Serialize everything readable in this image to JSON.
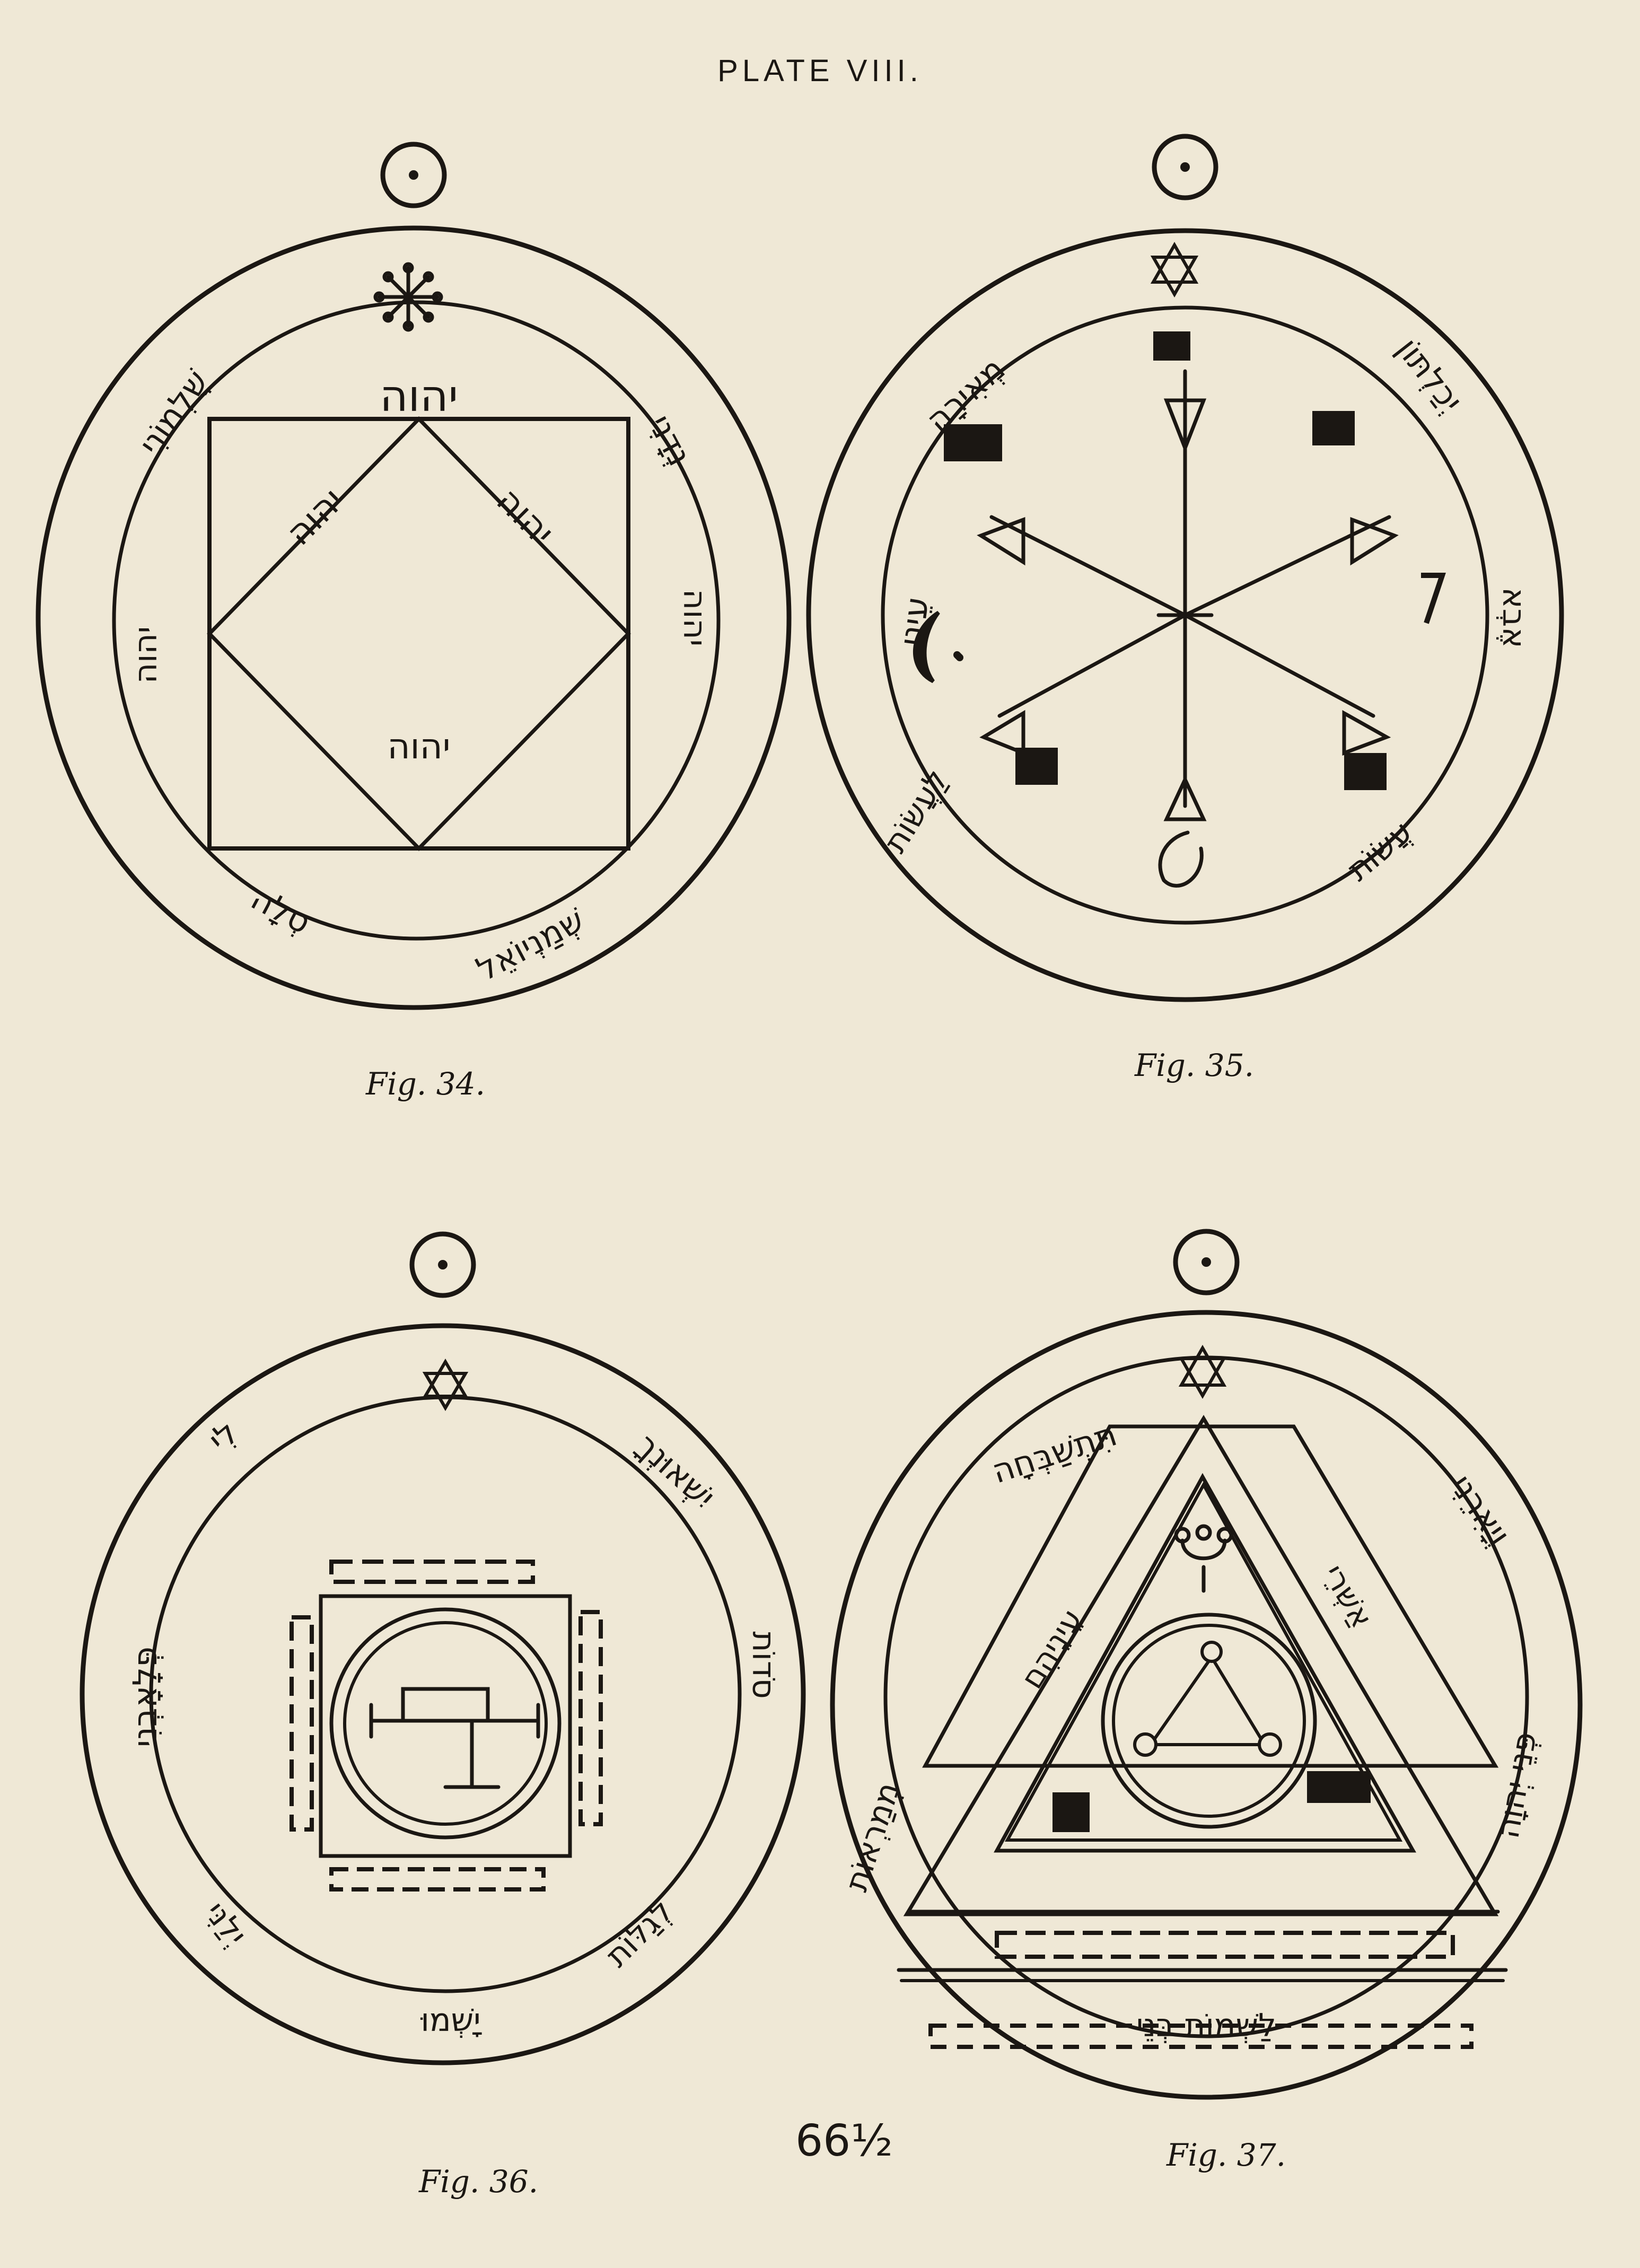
{
  "page": {
    "plate_title": "PLATE VIII.",
    "page_number": "66½",
    "colors": {
      "paper": "#efe8d6",
      "ink": "#1b1713"
    }
  },
  "figures": [
    {
      "caption": "Fig. 34.",
      "sun_symbol": "sun-circle-dot-icon",
      "top_symbol": "eight-pointed-star-icon",
      "center_name": "יהוה",
      "ring_text": {
        "top_left": "שֻׁלְמוֹנִי",
        "top_right": "נְדָנִי",
        "left": "יהוה",
        "bottom_left": "סְלָה",
        "bottom": "שְׁמַנְיוֹאֵל",
        "right": "יהוה"
      },
      "inner_text": {
        "top": "יהוה",
        "right": "יהוה",
        "bottom": "יהוה"
      }
    },
    {
      "caption": "Fig. 35.",
      "sun_symbol": "sun-circle-dot-icon",
      "top_symbol": "hexagram-icon",
      "ring_text": {
        "top_left": "מְאִירָה",
        "top_right": "יְכַלְתּוֹן",
        "left": "עֵינִי",
        "right": "אֶבְא",
        "bottom_left": "לַעֲשׂוֹת",
        "bottom_right": "עֲשׂוֹת"
      }
    },
    {
      "caption": "Fig. 36.",
      "sun_symbol": "sun-circle-dot-icon",
      "top_symbol": "hexagram-icon",
      "ring_text": {
        "top_left": "לִי",
        "top_right": "יִשְׁאוּנְךָ",
        "left": "פְּלָאָבְנִי",
        "right": "סֹדוֹת",
        "bottom_left": "יְלַנִּי",
        "bottom_right": "לְגַלּוֹת",
        "bottom": "יָשְׁמוּ"
      }
    },
    {
      "caption": "Fig. 37.",
      "sun_symbol": "sun-circle-dot-icon",
      "top_symbol": "hexagram-icon",
      "ring_text": {
        "top_left": "תִּתְשַׁבְּחָה",
        "top_right": "וְיָאִרֵנִי",
        "left": "מְמַרְאוֹת",
        "right": "פְּנֵי יְהוָה",
        "bottom": "לַשְׁמוֹת בְּנֵי"
      },
      "inner_text": {
        "left": "עֵינֵיהֶם",
        "right": "אַשְׁרֵי"
      }
    }
  ]
}
